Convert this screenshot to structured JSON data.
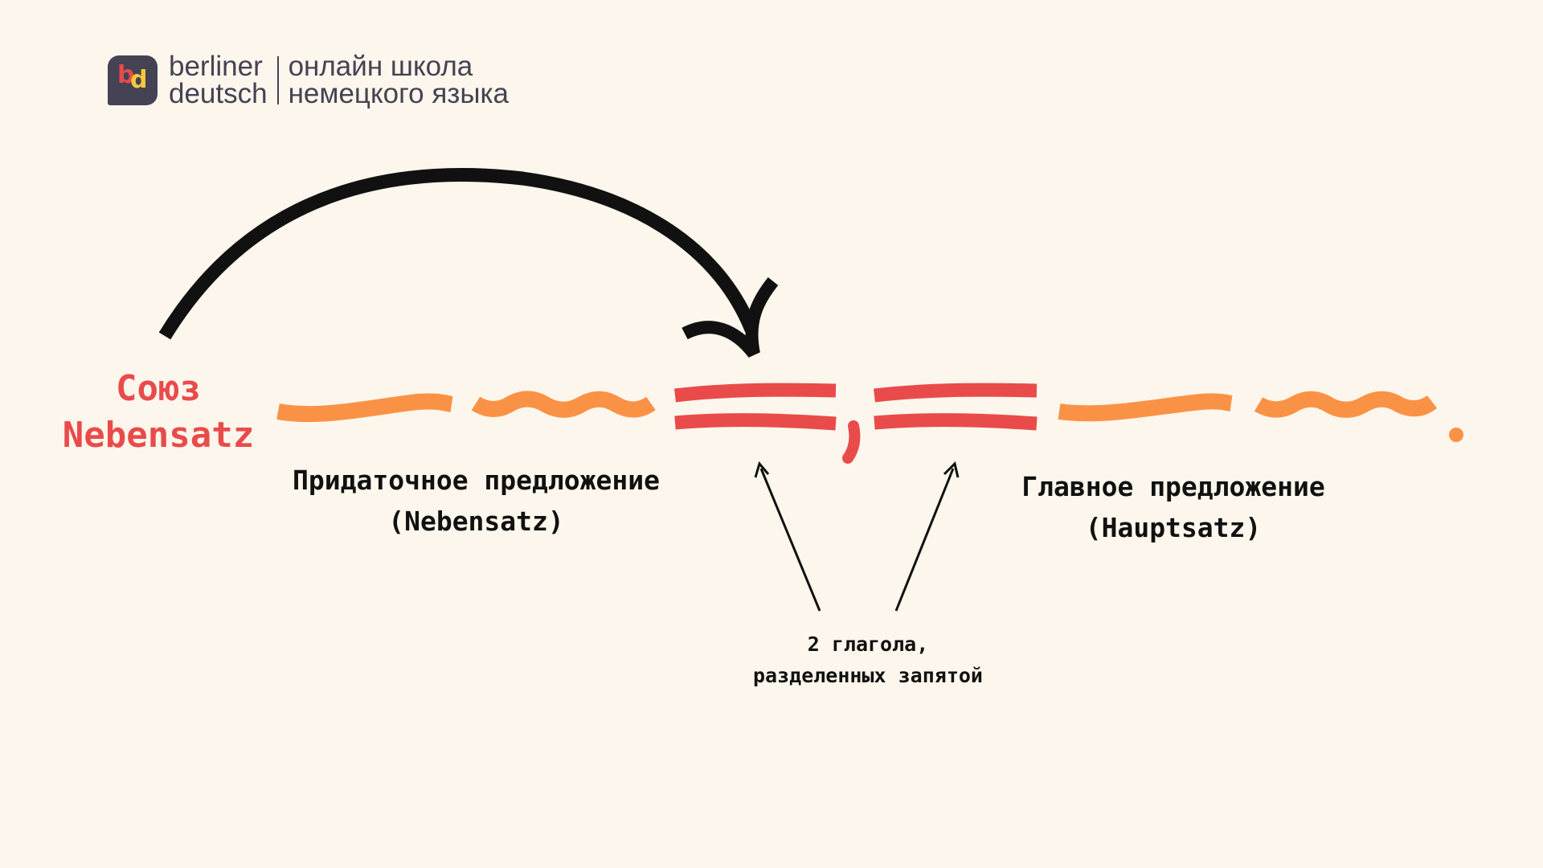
{
  "logo": {
    "badge_letters": [
      "b",
      "d"
    ],
    "wordmark": [
      "berliner",
      "deutsch"
    ],
    "tagline": [
      "онлайн школа",
      "немецкого языка"
    ]
  },
  "diagram": {
    "conjunction": [
      "Союз",
      "Nebensatz"
    ],
    "subordinate_clause": [
      "Придаточное предложение",
      "(Nebensatz)"
    ],
    "main_clause": [
      "Главное предложение",
      "(Hauptsatz)"
    ],
    "verbs_note": [
      "2 глагола,",
      "разделенных запятой"
    ],
    "comma": ",",
    "period": "."
  },
  "colors": {
    "background": "#fdf6ec",
    "accent_red": "#e94b4b",
    "accent_orange": "#fa9245",
    "logo_dark": "#454253",
    "logo_yellow": "#f6c93b",
    "text": "#111111"
  }
}
